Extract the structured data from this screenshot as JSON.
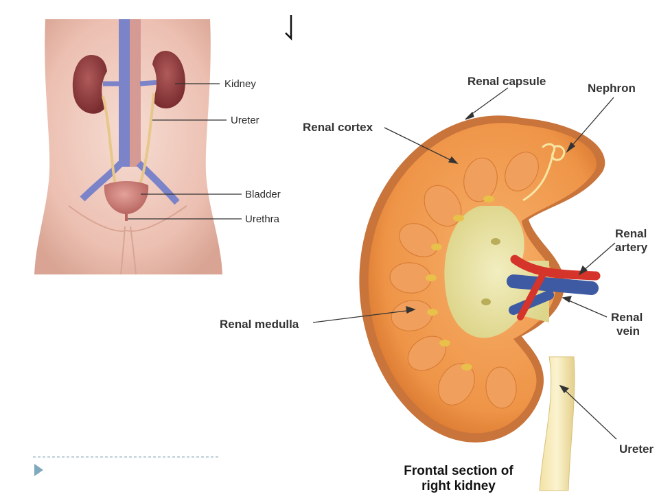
{
  "urinary_system": {
    "labels": {
      "kidney": "Kidney",
      "ureter": "Ureter",
      "bladder": "Bladder",
      "urethra": "Urethra"
    }
  },
  "kidney_section": {
    "labels": {
      "renal_capsule": "Renal capsule",
      "nephron": "Nephron",
      "renal_cortex": "Renal cortex",
      "renal_artery_line1": "Renal",
      "renal_artery_line2": "artery",
      "renal_vein_line1": "Renal",
      "renal_vein_line2": "vein",
      "renal_medulla": "Renal medulla",
      "ureter": "Ureter"
    },
    "caption_line1": "Frontal section of",
    "caption_line2": "right kidney"
  },
  "colors": {
    "skin": "#efc8bc",
    "kidney_dark": "#8e3a3c",
    "vein_blue": "#7b83c9",
    "aorta_pink": "#d59a94",
    "cortex_orange": "#f3a15a",
    "pelvis_yellow": "#ece6a6",
    "artery_red": "#d5342a",
    "vein_navy": "#3e5aa2",
    "bullet_blue": "#7fa9bd"
  }
}
